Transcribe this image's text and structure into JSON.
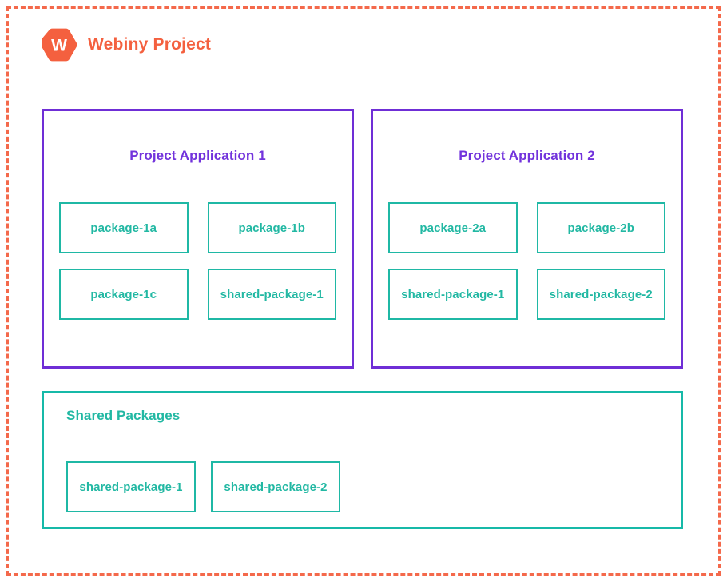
{
  "diagram": {
    "boundary": {
      "name": "project-boundary",
      "style": "dashed",
      "color": "#F4694B"
    },
    "header": {
      "logo_icon": "webiny-hexagon-logo-icon",
      "logo_letter": "W",
      "title": "Webiny Project"
    },
    "applications": [
      {
        "title": "Project Application 1",
        "packages": [
          "package-1a",
          "package-1b",
          "package-1c",
          "shared-package-1"
        ]
      },
      {
        "title": "Project Application 2",
        "packages": [
          "package-2a",
          "package-2b",
          "shared-package-1",
          "shared-package-2"
        ]
      }
    ],
    "shared": {
      "title": "Shared Packages",
      "packages": [
        "shared-package-1",
        "shared-package-2"
      ]
    },
    "colors": {
      "brand_orange": "#F4603F",
      "boundary_orange": "#F4694B",
      "application_purple": "#6F2ED6",
      "application_title_purple": "#7233DC",
      "package_teal": "#1FB8A5",
      "shared_teal": "#16B9A8",
      "background": "#FFFFFF"
    }
  }
}
